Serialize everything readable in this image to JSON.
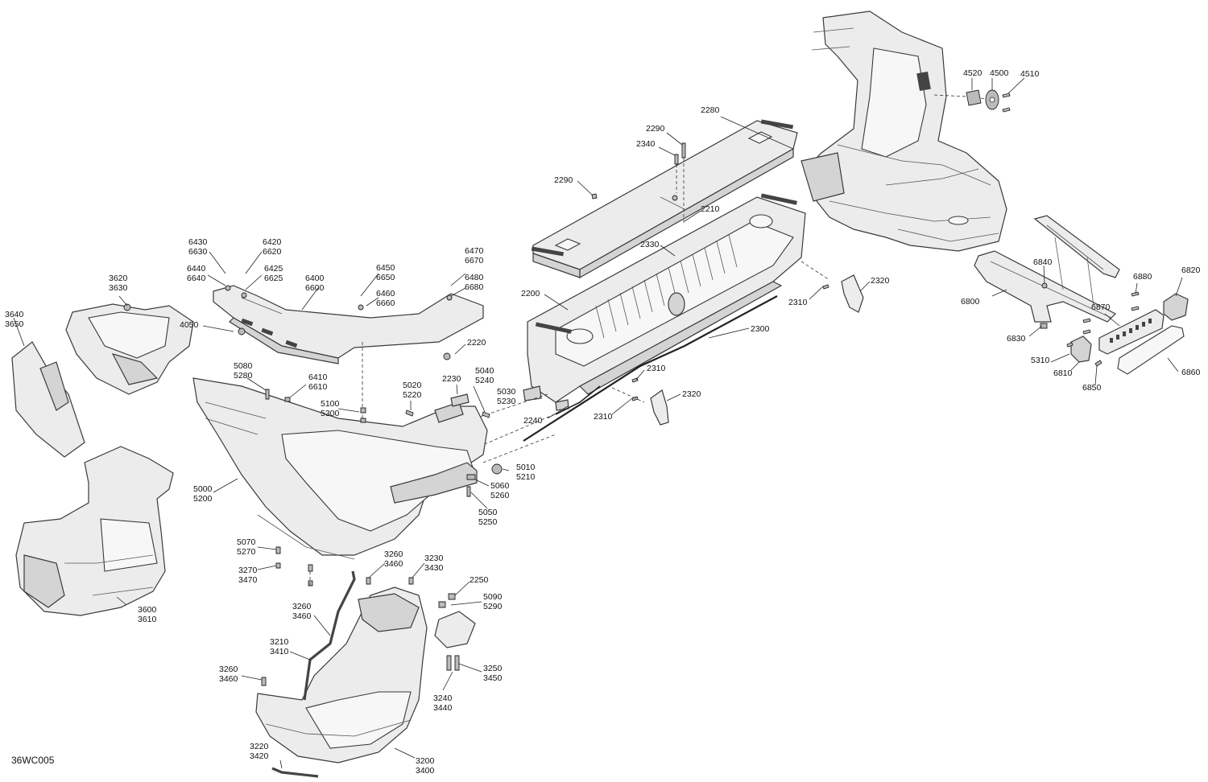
{
  "diagram": {
    "reference_code": "36WC005",
    "callouts": [
      {
        "id": "c4520",
        "lines": [
          "4520"
        ]
      },
      {
        "id": "c4500",
        "lines": [
          "4500"
        ]
      },
      {
        "id": "c4510",
        "lines": [
          "4510"
        ]
      },
      {
        "id": "c2280",
        "lines": [
          "2280"
        ]
      },
      {
        "id": "c2290a",
        "lines": [
          "2290"
        ]
      },
      {
        "id": "c2340",
        "lines": [
          "2340"
        ]
      },
      {
        "id": "c2290b",
        "lines": [
          "2290"
        ]
      },
      {
        "id": "c2210",
        "lines": [
          "2210"
        ]
      },
      {
        "id": "c2330",
        "lines": [
          "2330"
        ]
      },
      {
        "id": "c2200",
        "lines": [
          "2200"
        ]
      },
      {
        "id": "c2320a",
        "lines": [
          "2320"
        ]
      },
      {
        "id": "c2310a",
        "lines": [
          "2310"
        ]
      },
      {
        "id": "c2300",
        "lines": [
          "2300"
        ]
      },
      {
        "id": "c2310b",
        "lines": [
          "2310"
        ]
      },
      {
        "id": "c2320b",
        "lines": [
          "2320"
        ]
      },
      {
        "id": "c2310c",
        "lines": [
          "2310"
        ]
      },
      {
        "id": "c2240",
        "lines": [
          "2240"
        ]
      },
      {
        "id": "c2220",
        "lines": [
          "2220"
        ]
      },
      {
        "id": "c2230",
        "lines": [
          "2230"
        ]
      },
      {
        "id": "c6430",
        "lines": [
          "6430",
          "6630"
        ]
      },
      {
        "id": "c6420",
        "lines": [
          "6420",
          "6620"
        ]
      },
      {
        "id": "c6440",
        "lines": [
          "6440",
          "6640"
        ]
      },
      {
        "id": "c6425",
        "lines": [
          "6425",
          "6625"
        ]
      },
      {
        "id": "c6400",
        "lines": [
          "6400",
          "6600"
        ]
      },
      {
        "id": "c6450",
        "lines": [
          "6450",
          "6650"
        ]
      },
      {
        "id": "c6460",
        "lines": [
          "6460",
          "6660"
        ]
      },
      {
        "id": "c6470",
        "lines": [
          "6470",
          "6670"
        ]
      },
      {
        "id": "c6480",
        "lines": [
          "6480",
          "6680"
        ]
      },
      {
        "id": "c3620",
        "lines": [
          "3620",
          "3630"
        ]
      },
      {
        "id": "c3640",
        "lines": [
          "3640",
          "3650"
        ]
      },
      {
        "id": "c4050",
        "lines": [
          "4050"
        ]
      },
      {
        "id": "c5080",
        "lines": [
          "5080",
          "5280"
        ]
      },
      {
        "id": "c6410",
        "lines": [
          "6410",
          "6610"
        ]
      },
      {
        "id": "c5020",
        "lines": [
          "5020",
          "5220"
        ]
      },
      {
        "id": "c5040",
        "lines": [
          "5040",
          "5240"
        ]
      },
      {
        "id": "c5030",
        "lines": [
          "5030",
          "5230"
        ]
      },
      {
        "id": "c5100",
        "lines": [
          "5100",
          "5300"
        ]
      },
      {
        "id": "c5010",
        "lines": [
          "5010",
          "5210"
        ]
      },
      {
        "id": "c5060",
        "lines": [
          "5060",
          "5260"
        ]
      },
      {
        "id": "c5050",
        "lines": [
          "5050",
          "5250"
        ]
      },
      {
        "id": "c5000",
        "lines": [
          "5000",
          "5200"
        ]
      },
      {
        "id": "c5070",
        "lines": [
          "5070",
          "5270"
        ]
      },
      {
        "id": "c3270",
        "lines": [
          "3270",
          "3470"
        ]
      },
      {
        "id": "c3260a",
        "lines": [
          "3260",
          "3460"
        ]
      },
      {
        "id": "c3230",
        "lines": [
          "3230",
          "3430"
        ]
      },
      {
        "id": "c2250",
        "lines": [
          "2250"
        ]
      },
      {
        "id": "c5090",
        "lines": [
          "5090",
          "5290"
        ]
      },
      {
        "id": "c3260b",
        "lines": [
          "3260",
          "3460"
        ]
      },
      {
        "id": "c3210",
        "lines": [
          "3210",
          "3410"
        ]
      },
      {
        "id": "c3260c",
        "lines": [
          "3260",
          "3460"
        ]
      },
      {
        "id": "c3250",
        "lines": [
          "3250",
          "3450"
        ]
      },
      {
        "id": "c3240",
        "lines": [
          "3240",
          "3440"
        ]
      },
      {
        "id": "c3220",
        "lines": [
          "3220",
          "3420"
        ]
      },
      {
        "id": "c3200",
        "lines": [
          "3200",
          "3400"
        ]
      },
      {
        "id": "c3600",
        "lines": [
          "3600",
          "3610"
        ]
      },
      {
        "id": "c6840",
        "lines": [
          "6840"
        ]
      },
      {
        "id": "c6820",
        "lines": [
          "6820"
        ]
      },
      {
        "id": "c6880",
        "lines": [
          "6880"
        ]
      },
      {
        "id": "c6800",
        "lines": [
          "6800"
        ]
      },
      {
        "id": "c6870",
        "lines": [
          "6870"
        ]
      },
      {
        "id": "c6830",
        "lines": [
          "6830"
        ]
      },
      {
        "id": "c5310",
        "lines": [
          "5310"
        ]
      },
      {
        "id": "c6810",
        "lines": [
          "6810"
        ]
      },
      {
        "id": "c6850",
        "lines": [
          "6850"
        ]
      },
      {
        "id": "c6860",
        "lines": [
          "6860"
        ]
      }
    ]
  }
}
